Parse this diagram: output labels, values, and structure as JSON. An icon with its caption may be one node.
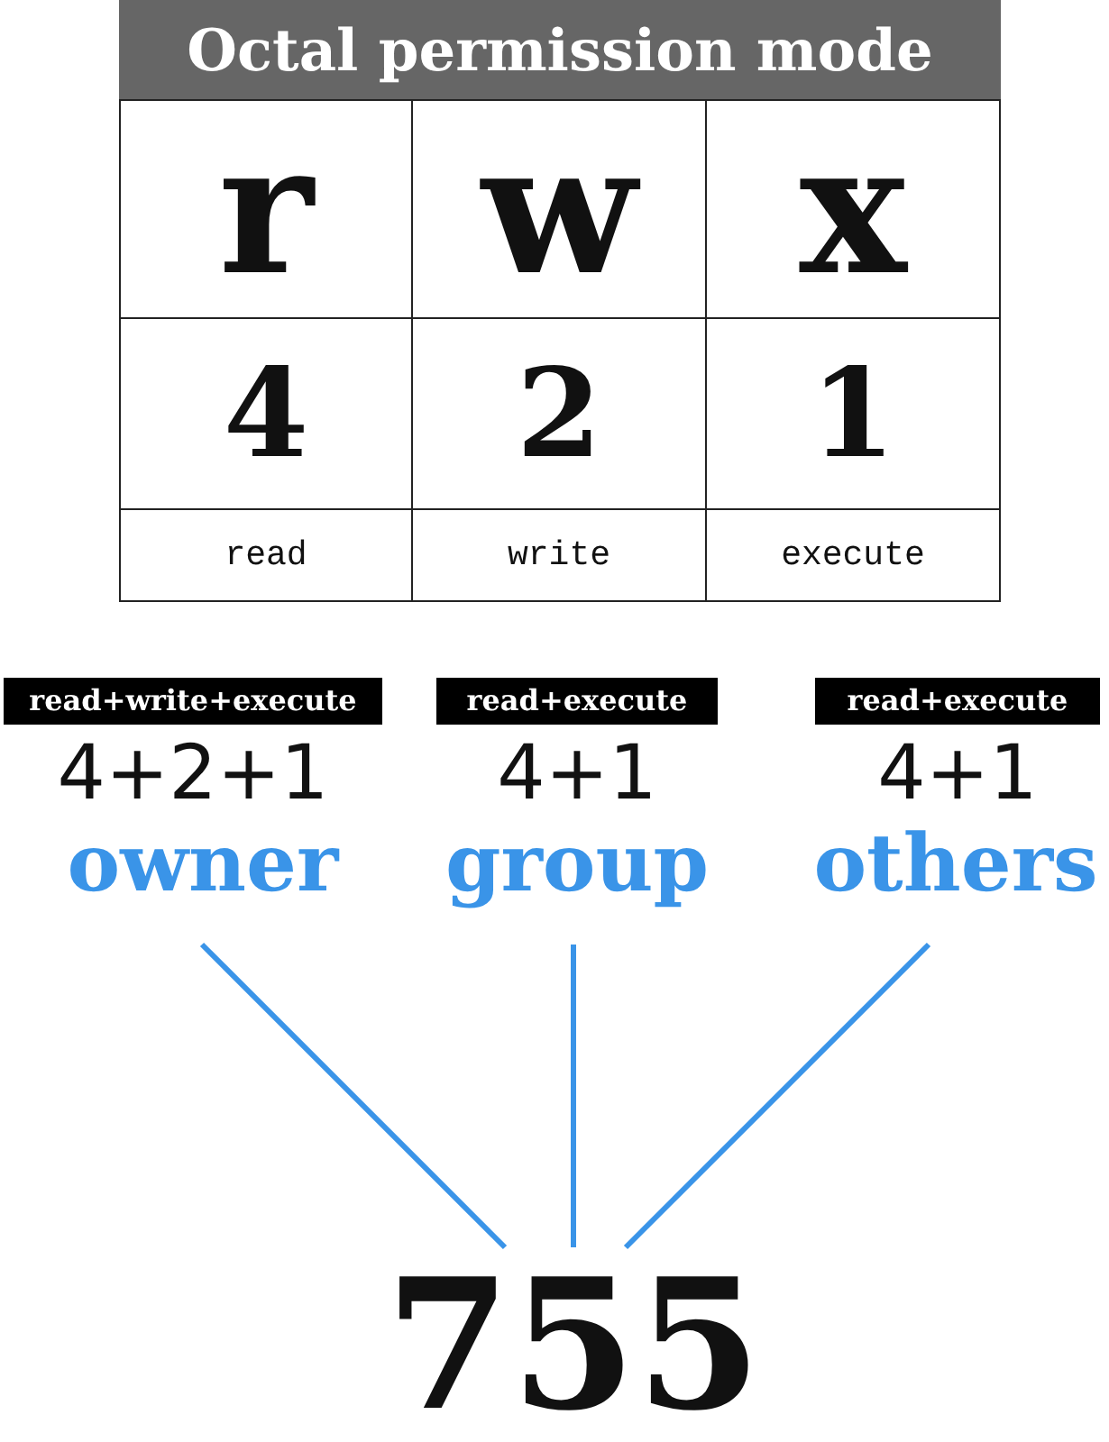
{
  "diagram": {
    "title": "Octal permission mode",
    "nodes": [
      {
        "text": [
          "owner"
        ],
        "beside": [
          "read+write+execute",
          "4+2+1"
        ]
      },
      {
        "text": [
          "group"
        ],
        "beside": [
          "read+execute",
          "4+1"
        ]
      },
      {
        "text": [
          "others"
        ],
        "beside": [
          "read+execute",
          "4+1"
        ]
      },
      {
        "text": [
          "755"
        ]
      }
    ],
    "edges": [
      {
        "from": 0,
        "to": 3,
        "arrow": "none"
      },
      {
        "from": 1,
        "to": 3,
        "arrow": "none"
      },
      {
        "from": 2,
        "to": 3,
        "arrow": "none"
      }
    ],
    "labels": [
      "r",
      "w",
      "x",
      "4",
      "2",
      "1",
      "read",
      "write",
      "execute"
    ]
  }
}
